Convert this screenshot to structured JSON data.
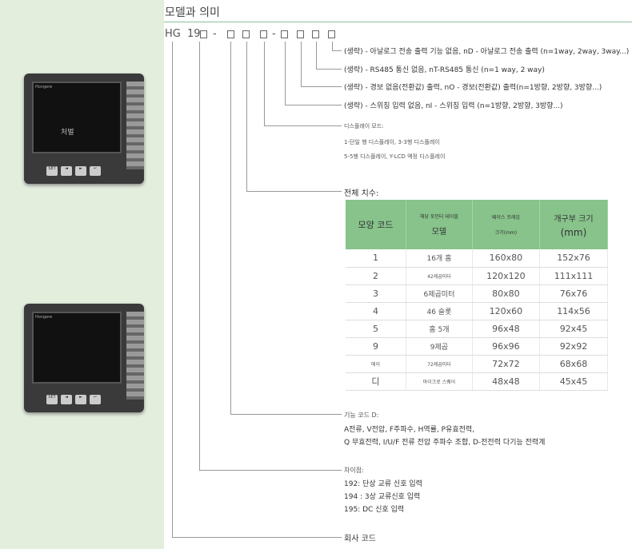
{
  "title": "모델과 의미",
  "code": {
    "hg": "HG",
    "n19": "19",
    "dash": "-"
  },
  "options": [
    "(생략) - 아날로그 전송 출력 기능 없음, nD - 아날로그 전송 출력 (n=1way, 2way, 3way...)",
    "(생략) - RS485 통신 없음, nT-RS485 통신 (n=1 way, 2 way)",
    "(생략) - 경보 없음(전환값) 출력, nO - 경보(전환값) 출력(n=1방향, 2방향, 3방향...)",
    "(생략) - 스위칭 입력 없음, nI - 스위칭 입력 (n=1방향, 2방향, 3방향...)"
  ],
  "display": {
    "label": "디스플레이 모드:",
    "line1": "1-단일 행 디스플레이, 3-3행 디스플레이",
    "line2": "5-5행 디스플레이, Y-LCD 액정 디스플레이"
  },
  "dimensions": {
    "label": "전체 치수:",
    "headers": [
      "모양 코드",
      "해당 포인터 테이블",
      "모델",
      "페이스 프레임",
      "크기(mm)",
      "개구부 크기",
      "(mm)"
    ],
    "rows": [
      [
        "1",
        "16개 홈",
        "160x80",
        "152x76"
      ],
      [
        "2",
        "42제곱미터",
        "120x120",
        "111x111"
      ],
      [
        "3",
        "6제곱미터",
        "80x80",
        "76x76"
      ],
      [
        "4",
        "46 슬롯",
        "120x60",
        "114x56"
      ],
      [
        "5",
        "홈 5개",
        "96x48",
        "92x45"
      ],
      [
        "9",
        "9제곱",
        "96x96",
        "92x92"
      ],
      [
        "에이",
        "72제곱미터",
        "72x72",
        "68x68"
      ],
      [
        "디",
        "마이크로 스퀘어",
        "48x48",
        "45x45"
      ]
    ]
  },
  "function": {
    "label": "기능 코드 D:",
    "line1": "A전류, V전압, F주파수, H역률, P유효전력,",
    "line2": "Q 무효전력, I/U/F 전류 전압 주파수 조합, D-전전력 다기능 전력계"
  },
  "diff": {
    "label": "차이점:",
    "line1": "192: 단상 교류 신호 입력",
    "line2": "194 : 3상 교류신호 입력",
    "line3": "195: DC 신호 입력"
  },
  "company": "회사 코드",
  "device": {
    "brand": "Hongere",
    "display": "처벌",
    "buttons": [
      "SET",
      "◄",
      "►",
      "↵"
    ]
  }
}
